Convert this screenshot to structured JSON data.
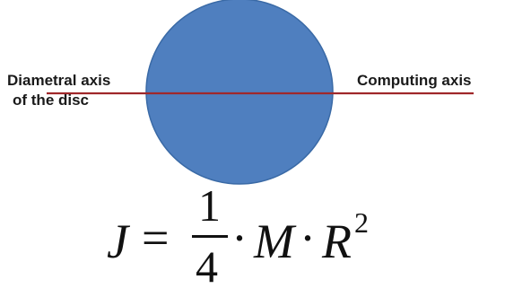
{
  "diagram": {
    "label_left_line1": "Diametral axis",
    "label_left_line2": "of the disc",
    "label_right": "Computing axis",
    "colors": {
      "disc": "#4f7fbf",
      "disc_edge": "#3a6aa6",
      "axis": "#a0282a"
    }
  },
  "formula": {
    "lhs": "J",
    "equals": "=",
    "numerator": "1",
    "denominator": "4",
    "dot": "·",
    "mass": "M",
    "radius": "R",
    "exponent": "2"
  }
}
